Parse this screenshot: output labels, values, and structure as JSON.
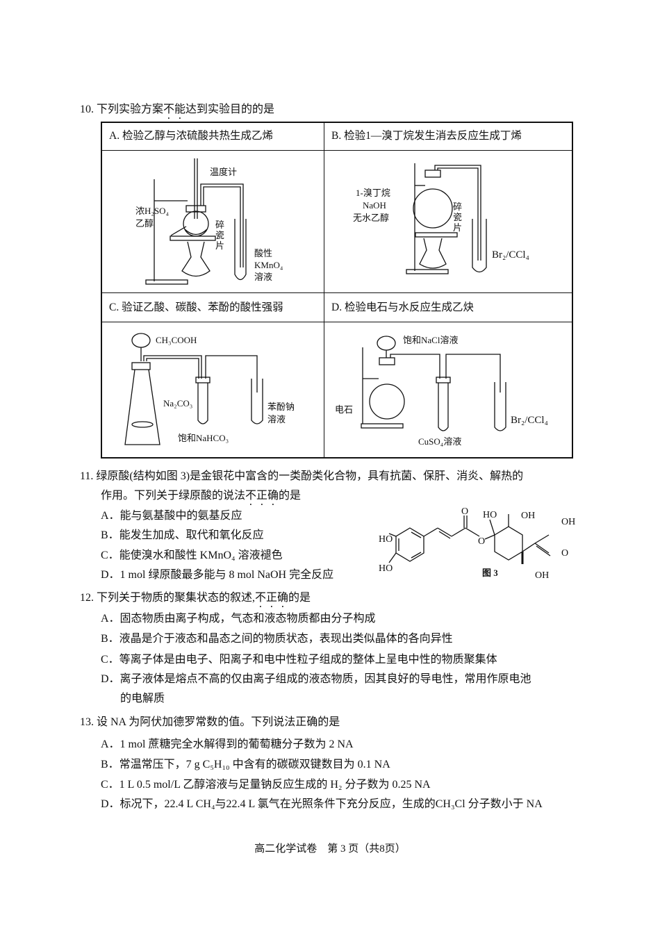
{
  "q10": {
    "number": "10.",
    "stem_pre": "下列实验方案",
    "stem_emph": "不能",
    "stem_post": "达到实验目的的是",
    "cells": [
      {
        "title": "A. 检验乙醇与浓硫酸共热生成乙烯",
        "labels": {
          "thermometer": "温度计",
          "reagent1": "浓H₂SO₄",
          "reagent2": "乙醇",
          "chips": "碎瓷片",
          "sol1": "酸性",
          "sol2": "KMnO₄",
          "sol3": "溶液"
        }
      },
      {
        "title": "B. 检验1—溴丁烷发生消去反应生成丁烯",
        "labels": {
          "reagent1": "1-溴丁烷",
          "reagent2": "NaOH",
          "reagent3": "无水乙醇",
          "chips": "碎瓷片",
          "sol": "Br₂/CCl₄"
        }
      },
      {
        "title": "C. 验证乙酸、碳酸、苯酚的酸性强弱",
        "labels": {
          "funnel": "CH₃COOH",
          "solid": "Na₂CO₃",
          "tube1": "饱和NaHCO₃",
          "tube2a": "苯酚钠",
          "tube2b": "溶液"
        }
      },
      {
        "title": "D. 检验电石与水反应生成乙炔",
        "labels": {
          "funnel": "饱和NaCl溶液",
          "solid": "电石",
          "tube1": "CuSO₄溶液",
          "tube2": "Br₂/CCl₄"
        }
      }
    ]
  },
  "q11": {
    "number": "11.",
    "line1": "绿原酸(结构如图 3)是金银花中富含的一类酚类化合物，具有抗菌、保肝、消炎、解热的",
    "line2_pre": "作用。下列关于绿原酸的说法",
    "line2_emph": "不正确",
    "line2_post": "的是",
    "options": [
      "A．能与氨基酸中的氨基反应",
      "B．能发生加成、取代和氧化反应",
      "C．能使溴水和酸性 KMnO₄ 溶液褪色",
      "D．1 mol 绿原酸最多能与 8 mol NaOH 完全反应"
    ],
    "figure_caption": "图 3",
    "figure_labels": {
      "oh_top": "OH",
      "ho_ring": "HO",
      "oh_acid": "OH",
      "o_carbonyl": "O",
      "o_ester": "O",
      "ho_1": "HO",
      "ho_2": "HO",
      "oh_bottom": "OH",
      "o_acid": "O"
    }
  },
  "q12": {
    "number": "12.",
    "stem_pre": "下列关于物质的聚集状态的叙述,",
    "stem_emph": "不正确",
    "stem_post": "的是",
    "options": [
      "A．固态物质由离子构成，气态和液态物质都由分子构成",
      "B．液晶是介于液态和晶态之间的物质状态，表现出类似晶体的各向异性",
      "C．等离子体是由电子、阳离子和电中性粒子组成的整体上呈电中性的物质聚集体",
      "D．离子液体是熔点不高的仅由离子组成的液态物质，因其良好的导电性，常用作原电池",
      "的电解质"
    ]
  },
  "q13": {
    "number": "13.",
    "stem": "设 NA 为阿伏加德罗常数的值。下列说法正确的是",
    "options": [
      "A．1 mol 蔗糖完全水解得到的葡萄糖分子数为 2 NA",
      "B．常温常压下，7 g C₅H₁₀ 中含有的碳碳双键数目为 0.1 NA",
      "C．1 L 0.5 mol/L 乙醇溶液与足量钠反应生成的 H₂ 分子数为 0.25 NA",
      "D．标况下，22.4 L CH₄与22.4 L 氯气在光照条件下充分反应，生成的CH₃Cl 分子数小于 NA"
    ]
  },
  "footer": "高二化学试卷　第 3 页（共8页）"
}
